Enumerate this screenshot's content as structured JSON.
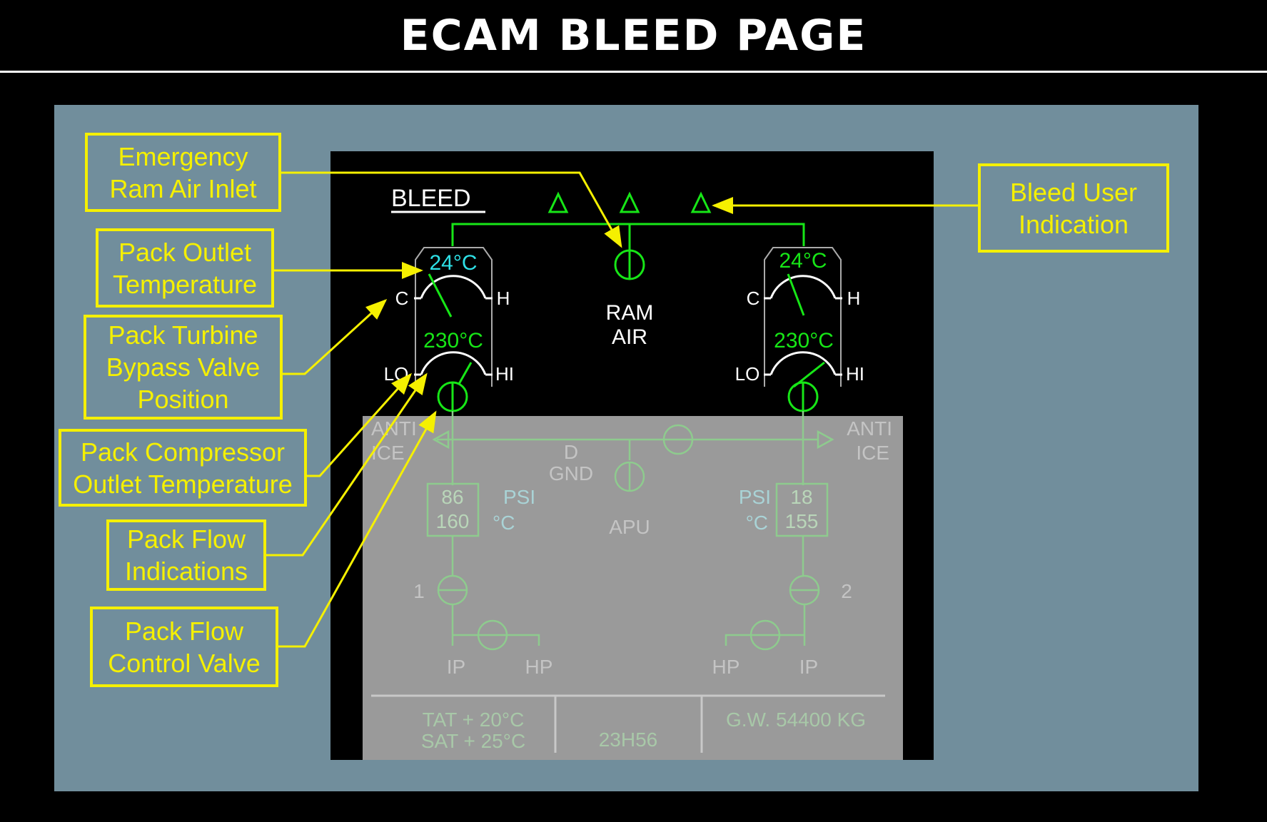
{
  "title": "ECAM BLEED PAGE",
  "colors": {
    "background": "#000000",
    "panel": "#718e9c",
    "callout_yellow": "#f5f000",
    "ecam_green": "#17e617",
    "ecam_cyan": "#2ee0e6",
    "faded_overlay": "#9a9a9a"
  },
  "callouts": [
    {
      "id": "emergency-ram-air-inlet",
      "text": "Emergency\nRam Air Inlet"
    },
    {
      "id": "pack-outlet-temperature",
      "text": "Pack Outlet\nTemperature"
    },
    {
      "id": "pack-turbine-bypass-valve-position",
      "text": "Pack Turbine\nBypass Valve\nPosition"
    },
    {
      "id": "pack-compressor-outlet-temperature",
      "text": "Pack Compressor\nOutlet Temperature"
    },
    {
      "id": "pack-flow-indications",
      "text": "Pack Flow\nIndications"
    },
    {
      "id": "pack-flow-control-valve",
      "text": "Pack Flow\nControl Valve"
    },
    {
      "id": "bleed-user-indication",
      "text": "Bleed User\nIndication"
    }
  ],
  "ecam": {
    "page_label": "BLEED",
    "ram_air": {
      "line1": "RAM",
      "line2": "AIR"
    },
    "pack1": {
      "outlet_temp": "24°C",
      "compressor_temp": "230°C",
      "cold": "C",
      "hot": "H",
      "lo": "LO",
      "hi": "HI"
    },
    "pack2": {
      "outlet_temp": "24°C",
      "compressor_temp": "230°C",
      "cold": "C",
      "hot": "H",
      "lo": "LO",
      "hi": "HI"
    },
    "faded": {
      "anti_ice_left": {
        "line1": "ANTI",
        "line2": "ICE"
      },
      "anti_ice_right": {
        "line1": "ANTI",
        "line2": "ICE"
      },
      "d": "D",
      "gnd": "GND",
      "apu": "APU",
      "eng1": {
        "psi": "86",
        "temp": "160",
        "psi_unit": "PSI",
        "temp_unit": "°C",
        "number": "1",
        "ip": "IP",
        "hp": "HP"
      },
      "eng2": {
        "psi": "18",
        "temp": "155",
        "psi_unit": "PSI",
        "temp_unit": "°C",
        "number": "2",
        "ip": "IP",
        "hp": "HP"
      },
      "tat": "TAT + 20°C",
      "sat": "SAT + 25°C",
      "time": "23H56",
      "gw": "G.W. 54400 KG"
    }
  }
}
